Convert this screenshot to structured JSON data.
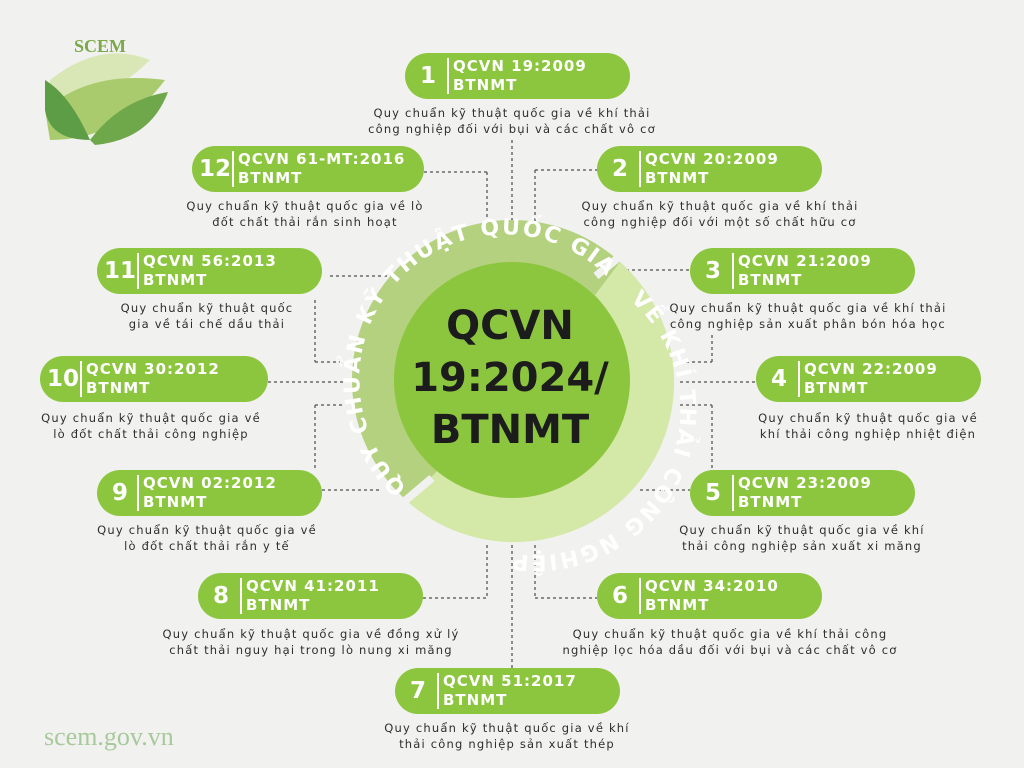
{
  "logo": {
    "text": "SCEM"
  },
  "center": {
    "lines": [
      "QCVN",
      "19:2024/",
      "BTNMT"
    ],
    "ring_top": "QUY CHUẨN KỸ THUẬT QUỐC GIA",
    "ring_right": "VỀ KHÍ THẢI CÔNG NGHIỆP"
  },
  "footer": {
    "site": "scem.gov.vn"
  },
  "colors": {
    "pill": "#8cc63e",
    "ring_outer": "#b3d17f",
    "ring_inner": "#d4e8a8",
    "core": "#8cc63e"
  },
  "items": [
    {
      "num": "1",
      "code1": "QCVN 19:2009",
      "code2": "BTNMT",
      "desc": [
        "Quy chuẩn kỹ thuật quốc gia về khí thải",
        "công nghiệp đối với bụi và các chất vô cơ"
      ]
    },
    {
      "num": "2",
      "code1": "QCVN 20:2009",
      "code2": "BTNMT",
      "desc": [
        "Quy chuẩn kỹ thuật quốc gia về khí thải",
        "công nghiệp đối với một số chất hữu cơ"
      ]
    },
    {
      "num": "3",
      "code1": "QCVN 21:2009",
      "code2": "BTNMT",
      "desc": [
        "Quy chuẩn kỹ thuật quốc gia về khí thải",
        "công nghiệp sản xuất phân bón hóa học"
      ]
    },
    {
      "num": "4",
      "code1": "QCVN 22:2009",
      "code2": "BTNMT",
      "desc": [
        "Quy chuẩn kỹ thuật quốc gia về",
        "khí thải công nghiệp nhiệt điện"
      ]
    },
    {
      "num": "5",
      "code1": "QCVN 23:2009",
      "code2": "BTNMT",
      "desc": [
        "Quy chuẩn kỹ thuật quốc gia về khí",
        "thải công nghiệp sản xuất xi măng"
      ]
    },
    {
      "num": "6",
      "code1": "QCVN 34:2010",
      "code2": "BTNMT",
      "desc": [
        "Quy chuẩn kỹ thuật quốc gia về khí thải công",
        "nghiệp lọc hóa dầu đối với bụi và các chất vô cơ"
      ]
    },
    {
      "num": "7",
      "code1": "QCVN 51:2017",
      "code2": "BTNMT",
      "desc": [
        "Quy chuẩn kỹ thuật quốc gia về khí",
        "thải công nghiệp sản xuất thép"
      ]
    },
    {
      "num": "8",
      "code1": "QCVN 41:2011",
      "code2": "BTNMT",
      "desc": [
        "Quy chuẩn kỹ thuật quốc gia về đồng xử lý",
        "chất thải nguy hại trong lò nung xi măng"
      ]
    },
    {
      "num": "9",
      "code1": "QCVN 02:2012",
      "code2": "BTNMT",
      "desc": [
        "Quy chuẩn kỹ thuật quốc gia về",
        "lò đốt chất thải rắn y tế"
      ]
    },
    {
      "num": "10",
      "code1": "QCVN 30:2012",
      "code2": "BTNMT",
      "desc": [
        "Quy chuẩn kỹ thuật quốc gia về",
        "lò đốt chất thải công nghiệp"
      ]
    },
    {
      "num": "11",
      "code1": "QCVN 56:2013",
      "code2": "BTNMT",
      "desc": [
        "Quy chuẩn kỹ thuật quốc",
        "gia về tái chế dầu thải"
      ]
    },
    {
      "num": "12",
      "code1": "QCVN 61-MT:2016",
      "code2": "BTNMT",
      "desc": [
        "Quy chuẩn kỹ thuật quốc gia về lò",
        "đốt chất thải rắn sinh hoạt"
      ]
    }
  ]
}
